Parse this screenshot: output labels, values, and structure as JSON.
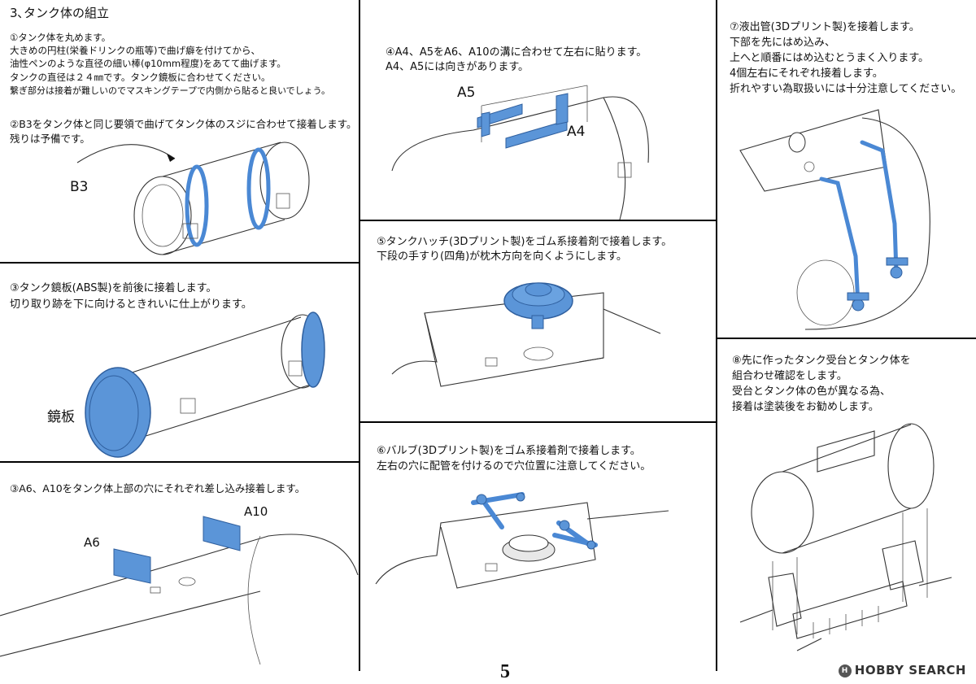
{
  "page_number": "5",
  "watermark": {
    "logo_text": "H",
    "text": "HOBBY SEARCH"
  },
  "section1": {
    "title": "3､タンク体の組立",
    "step1_lines": [
      "①タンク体を丸めます。",
      "大きめの円柱(栄養ドリンクの瓶等)で曲げ癖を付けてから、",
      "油性ペンのような直径の細い棒(φ10mm程度)をあてて曲げます。",
      "タンクの直径は２４㎜です。タンク鏡板に合わせてください。",
      "繋ぎ部分は接着が難しいのでマスキングテープで内側から貼ると良いでしょう。"
    ],
    "step2_lines": [
      "②B3をタンク体と同じ要領で曲げてタンク体のスジに合わせて接着します。",
      "残りは予備です。"
    ],
    "label_b3": "B3"
  },
  "section2": {
    "lines": [
      "③タンク鏡板(ABS製)を前後に接着します。",
      "切り取り跡を下に向けるときれいに仕上がります。"
    ],
    "label": "鏡板"
  },
  "section3": {
    "lines": [
      "③A6、A10をタンク体上部の穴にそれぞれ差し込み接着します。"
    ],
    "label_a6": "A6",
    "label_a10": "A10"
  },
  "section4": {
    "lines": [
      "④A4、A5をA6、A10の溝に合わせて左右に貼ります。",
      "A4、A5には向きがあります。"
    ],
    "label_a5": "A5",
    "label_a4": "A4"
  },
  "section5": {
    "lines": [
      "⑤タンクハッチ(3Dプリント製)をゴム系接着剤で接着します。",
      "下段の手すり(四角)が枕木方向を向くようにします。"
    ]
  },
  "section6": {
    "lines": [
      "⑥バルブ(3Dプリント製)をゴム系接着剤で接着します。",
      "左右の穴に配管を付けるので穴位置に注意してください。"
    ]
  },
  "section7": {
    "lines": [
      "⑦液出管(3Dプリント製)を接着します。",
      "下部を先にはめ込み、",
      "上へと順番にはめ込むとうまく入ります。",
      "4個左右にそれぞれ接着します。",
      "折れやすい為取扱いには十分注意してください。"
    ]
  },
  "section8": {
    "lines": [
      "⑧先に作ったタンク受台とタンク体を",
      "組合わせ確認をします。",
      "受台とタンク体の色が異なる為、",
      "接着は塗装後をお勧めします。"
    ]
  },
  "colors": {
    "accent_blue": "#5b95d8",
    "line": "#333333"
  }
}
